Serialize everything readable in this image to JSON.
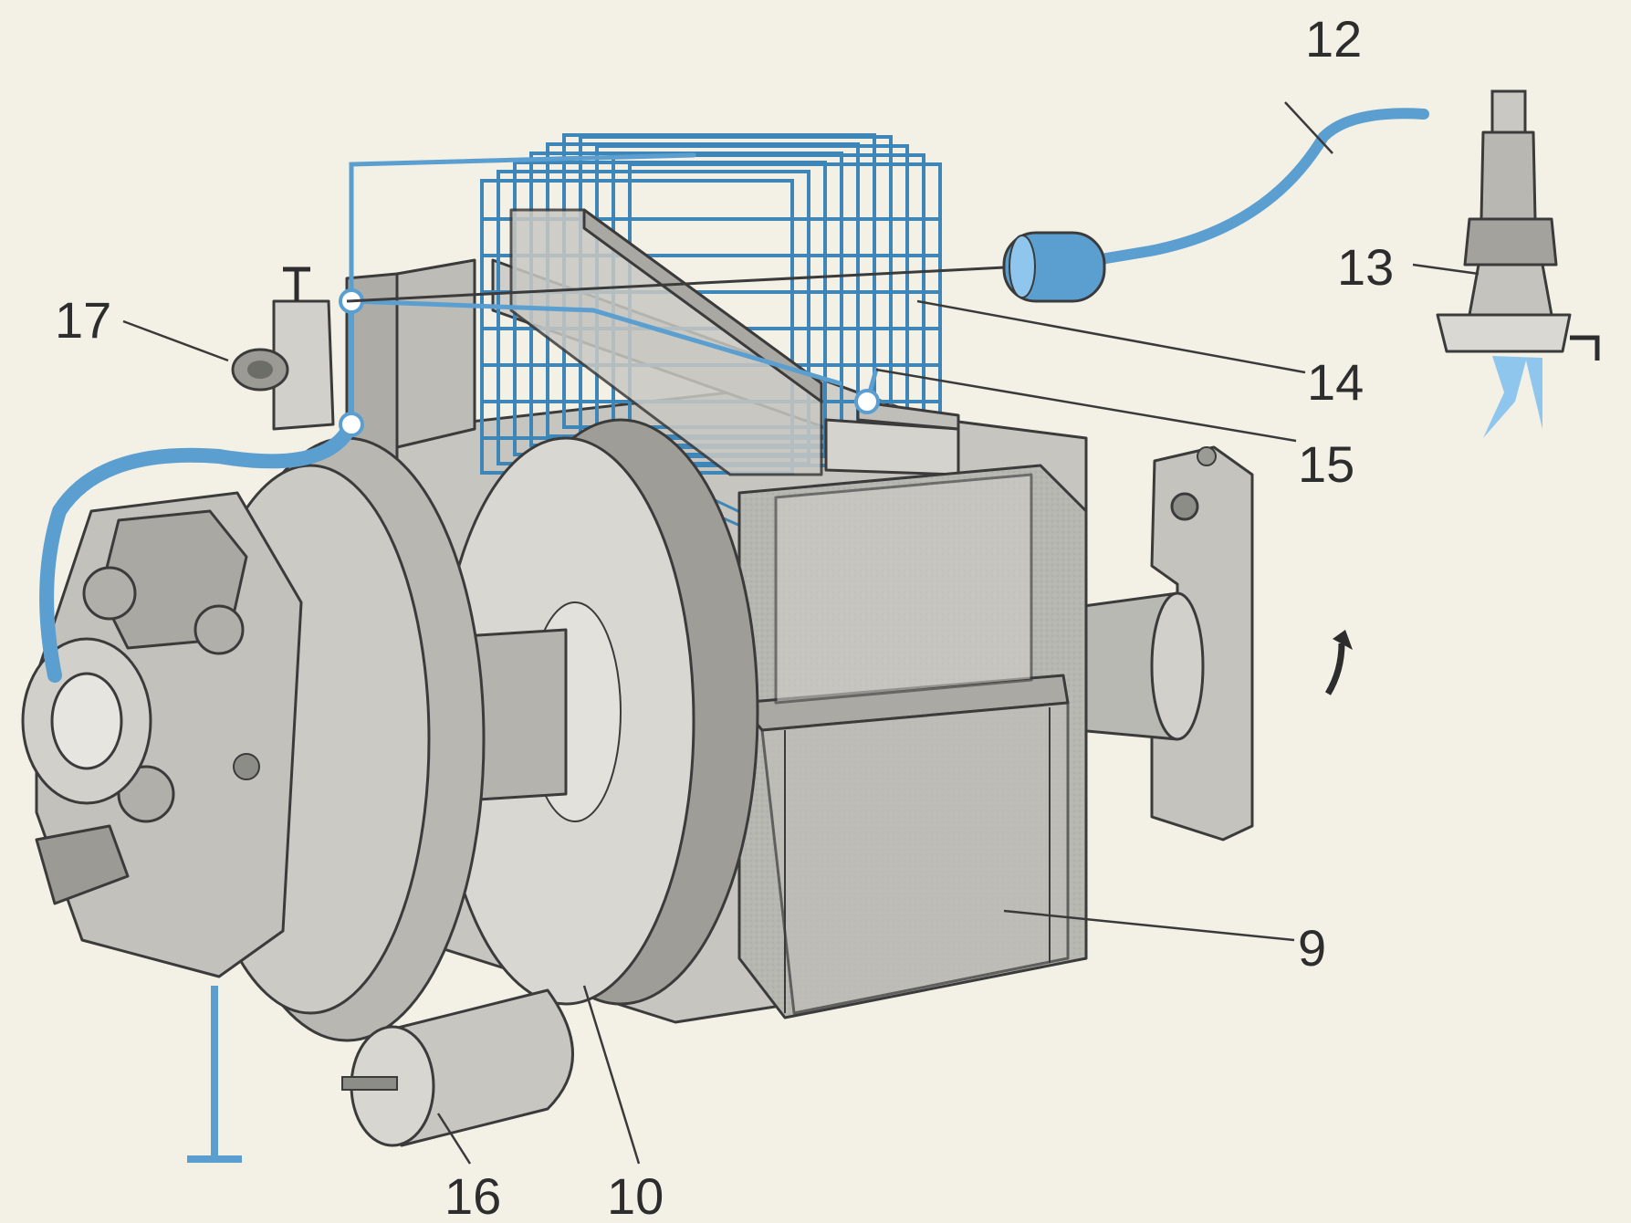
{
  "diagram": {
    "subject": "magneto-ignition-cutaway",
    "colors": {
      "paper": "#f3f0e6",
      "body_gray": "#b7b7b2",
      "body_light": "#d9d8d2",
      "body_dark": "#8d8d88",
      "outline": "#3b3b3b",
      "wire_blue": "#5b9fd0",
      "coil_blue": "#3f86b8",
      "spark_blue": "#8fc6ee"
    },
    "callouts": [
      {
        "id": "c9",
        "label": "9"
      },
      {
        "id": "c10",
        "label": "10"
      },
      {
        "id": "c12",
        "label": "12"
      },
      {
        "id": "c13",
        "label": "13"
      },
      {
        "id": "c14",
        "label": "14"
      },
      {
        "id": "c15",
        "label": "15"
      },
      {
        "id": "c16",
        "label": "16"
      },
      {
        "id": "c17",
        "label": "17"
      }
    ]
  }
}
